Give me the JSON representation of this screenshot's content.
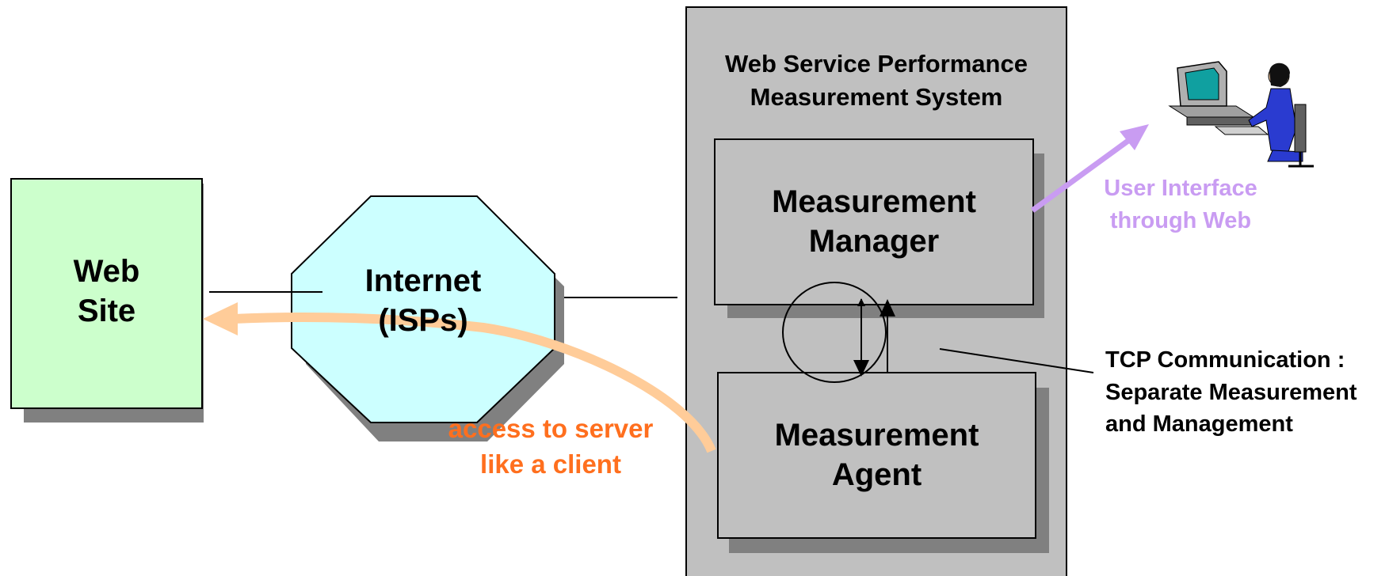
{
  "web_site": {
    "lines": [
      "Web",
      "Site"
    ]
  },
  "internet": {
    "lines": [
      "Internet",
      "(ISPs)"
    ]
  },
  "system": {
    "title_lines": [
      "Web Service Performance",
      "Measurement System"
    ]
  },
  "manager": {
    "lines": [
      "Measurement",
      "Manager"
    ]
  },
  "agent": {
    "lines": [
      "Measurement",
      "Agent"
    ]
  },
  "tcp_note": {
    "lines": [
      "TCP Communication :",
      "Separate Measurement",
      "and Management"
    ]
  },
  "ui_note": {
    "lines": [
      "User Interface",
      "through Web"
    ]
  },
  "access_note": {
    "lines": [
      "access to server",
      "like a client"
    ]
  },
  "user_icon": "user-at-computer-icon",
  "colors": {
    "web_site_fill": "#ccffcc",
    "internet_fill": "#ccffff",
    "system_fill": "#c0c0c0",
    "shadow": "#808080",
    "ui_arrow": "#c99cf2",
    "access_arrow": "#ffcc99",
    "access_text": "#ff6f1e"
  }
}
